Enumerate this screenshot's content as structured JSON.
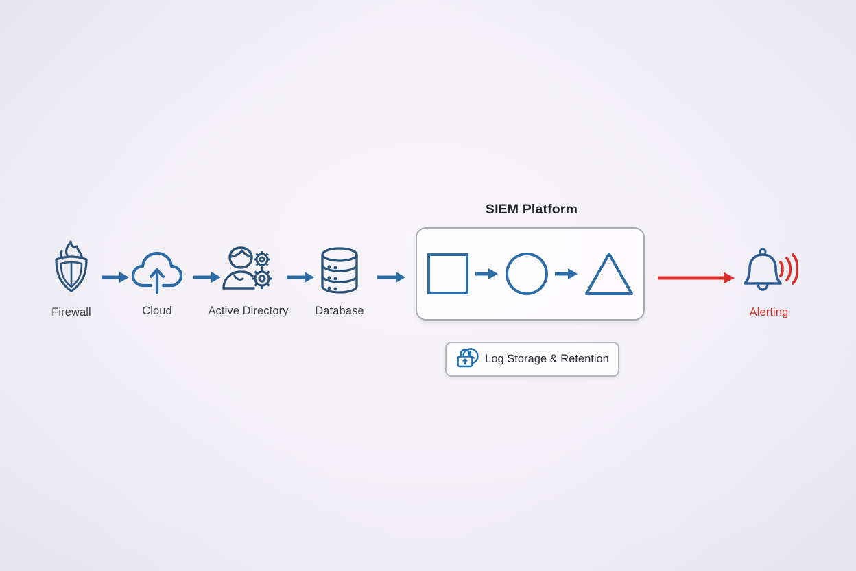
{
  "diagram": {
    "title_group": "SIEM Platform",
    "colors": {
      "icon_blue": "#2d6ca4",
      "icon_dark_blue": "#2b5278",
      "arrow_blue": "#2c6ca6",
      "alert_red": "#d6302f",
      "label_text": "#3b3b44",
      "box_border": "#aaa9b2",
      "background": "#f2f1f7"
    },
    "sources": [
      {
        "id": "firewall",
        "label": "Firewall",
        "icon": "firewall-shield-flame-icon"
      },
      {
        "id": "cloud",
        "label": "Cloud",
        "icon": "cloud-upload-icon"
      },
      {
        "id": "ad",
        "label": "Active Directory",
        "icon": "user-gears-icon"
      },
      {
        "id": "database",
        "label": "Database",
        "icon": "database-cylinder-icon"
      }
    ],
    "source_arrows": [
      {
        "id": "arrow-firewall-to-cloud",
        "icon": "arrow-right-icon",
        "color": "#2c6ca6"
      },
      {
        "id": "arrow-cloud-to-ad",
        "icon": "arrow-right-icon",
        "color": "#2c6ca6"
      },
      {
        "id": "arrow-ad-to-database",
        "icon": "arrow-right-icon",
        "color": "#2c6ca6"
      },
      {
        "id": "arrow-database-to-siem",
        "icon": "arrow-right-icon",
        "color": "#2c6ca6"
      }
    ],
    "siem": {
      "title": "SIEM Platform",
      "stages": [
        {
          "id": "collect",
          "shape": "square-shape",
          "icon": "square-icon"
        },
        {
          "id": "normalize",
          "shape": "circle-shape",
          "icon": "circle-icon"
        },
        {
          "id": "correlate",
          "shape": "triangle-shape",
          "icon": "triangle-icon"
        }
      ],
      "stage_arrows": [
        {
          "id": "siem-arrow-1",
          "icon": "arrow-right-icon",
          "color": "#2c6ca6"
        },
        {
          "id": "siem-arrow-2",
          "icon": "arrow-right-icon",
          "color": "#2c6ca6"
        }
      ]
    },
    "storage": {
      "label": "Log Storage & Retention",
      "icon": "lock-clock-icon"
    },
    "output_arrow": {
      "id": "arrow-siem-to-alerting",
      "icon": "arrow-right-icon",
      "color": "#d6302f"
    },
    "alerting": {
      "label": "Alerting",
      "icon": "bell-ringing-icon"
    }
  }
}
